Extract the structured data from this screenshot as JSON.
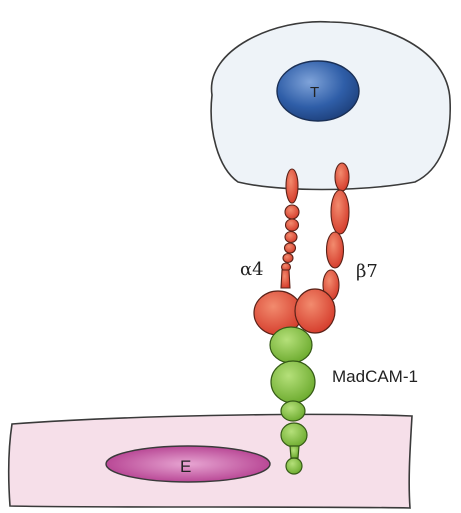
{
  "labels": {
    "t_cell_nucleus": "T",
    "endothelial_nucleus": "E",
    "alpha_chain": "α4",
    "beta_chain": "β7",
    "ligand": "MadCAM-1"
  },
  "colors": {
    "t_cell_fill": "#eef3f8",
    "t_cell_nucleus": "#2f5ea8",
    "endothelial_fill": "#f6dfe9",
    "endothelial_nucleus": "#c04a9a",
    "integrin": "#e0533d",
    "madcam": "#8cc63f",
    "outline": "#3a3a3a"
  }
}
